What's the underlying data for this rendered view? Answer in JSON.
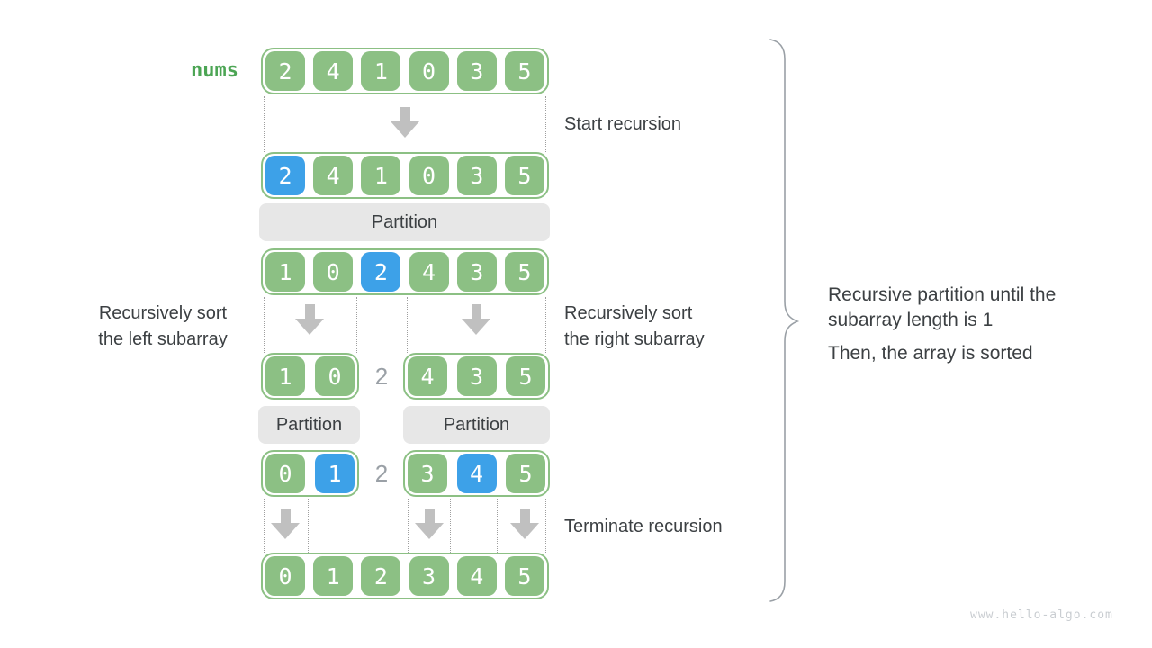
{
  "diagram": {
    "title_label": "nums",
    "partition_label": "Partition",
    "annotations": {
      "start_recursion": "Start recursion",
      "left_note_line1": "Recursively sort",
      "left_note_line2": "the left subarray",
      "right_note_line1": "Recursively sort",
      "right_note_line2": "the right subarray",
      "terminate_recursion": "Terminate recursion",
      "brace_note_line1": "Recursive partition until the subarray length is 1",
      "brace_note_line2": "Then, the array is sorted",
      "pivot_separator": "2",
      "watermark": "www.hello-algo.com"
    },
    "arrays": {
      "initial": [
        {
          "v": "2"
        },
        {
          "v": "4"
        },
        {
          "v": "1"
        },
        {
          "v": "0"
        },
        {
          "v": "3"
        },
        {
          "v": "5"
        }
      ],
      "pivot_selected": [
        {
          "v": "2",
          "hl": true
        },
        {
          "v": "4"
        },
        {
          "v": "1"
        },
        {
          "v": "0"
        },
        {
          "v": "3"
        },
        {
          "v": "5"
        }
      ],
      "after_first_partition": [
        {
          "v": "1"
        },
        {
          "v": "0"
        },
        {
          "v": "2",
          "hl": true
        },
        {
          "v": "4"
        },
        {
          "v": "3"
        },
        {
          "v": "5"
        }
      ],
      "left_subarray": [
        {
          "v": "1"
        },
        {
          "v": "0"
        }
      ],
      "right_subarray": [
        {
          "v": "4"
        },
        {
          "v": "3"
        },
        {
          "v": "5"
        }
      ],
      "left_after_partition": [
        {
          "v": "0"
        },
        {
          "v": "1",
          "hl": true
        }
      ],
      "right_after_partition": [
        {
          "v": "3"
        },
        {
          "v": "4",
          "hl": true
        },
        {
          "v": "5"
        }
      ],
      "sorted": [
        {
          "v": "0"
        },
        {
          "v": "1"
        },
        {
          "v": "2"
        },
        {
          "v": "3"
        },
        {
          "v": "4"
        },
        {
          "v": "5"
        }
      ]
    },
    "colors": {
      "green": "#8cc084",
      "greenDark": "#4ca554",
      "blue": "#3da1e8",
      "bar": "#e7e7e7",
      "text": "#3c4043",
      "gray": "#9aa0a6",
      "arrow": "#c0c0c0",
      "dotted": "#9e9e9e",
      "brace": "#9aa0a6",
      "wm": "#c9cdd1"
    }
  }
}
